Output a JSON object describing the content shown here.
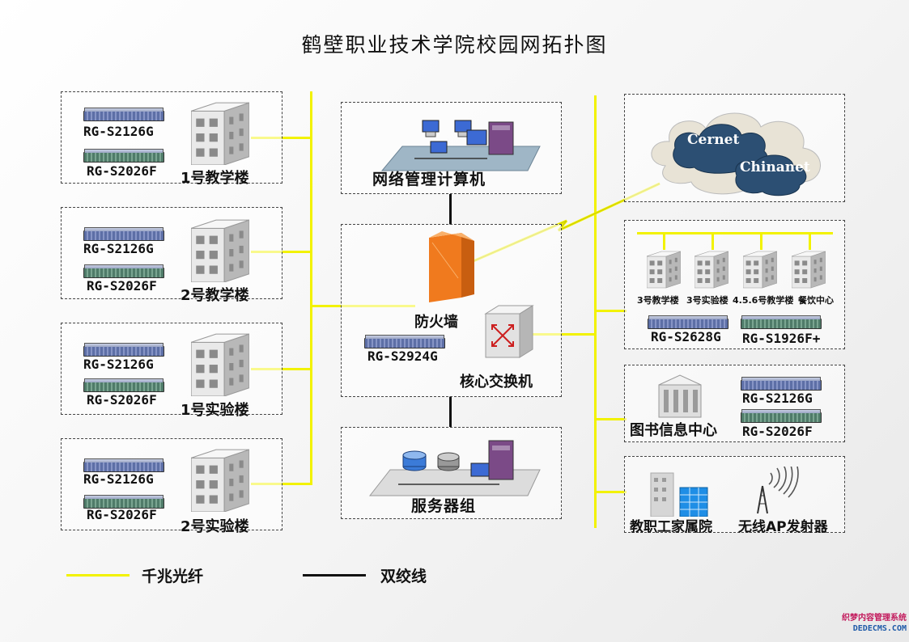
{
  "title": "鹤壁职业技术学院校园网拓扑图",
  "colors": {
    "fiber": "#f2f200",
    "twisted_pair": "#111111",
    "firewall": "#f07a1e",
    "cloud": "#2c4f73"
  },
  "left_groups": [
    {
      "switch_top": "RG-S2126G",
      "switch_bottom": "RG-S2026F",
      "building": "1号教学楼"
    },
    {
      "switch_top": "RG-S2126G",
      "switch_bottom": "RG-S2026F",
      "building": "2号教学楼"
    },
    {
      "switch_top": "RG-S2126G",
      "switch_bottom": "RG-S2026F",
      "building": "1号实验楼"
    },
    {
      "switch_top": "RG-S2126G",
      "switch_bottom": "RG-S2026F",
      "building": "2号实验楼"
    }
  ],
  "center": {
    "management": "网络管理计算机",
    "firewall": "防火墙",
    "core_switch_model": "RG-S2924G",
    "core_switch": "核心交换机",
    "servers": "服务器组"
  },
  "internet": {
    "cloud1": "Cernet",
    "cloud2": "Chinanet"
  },
  "right_group1": {
    "buildings": [
      "3号教学楼",
      "3号实验楼",
      "4.5.6号教学楼",
      "餐饮中心"
    ],
    "switch_left": "RG-S2628G",
    "switch_right": "RG-S1926F+"
  },
  "library": {
    "name": "图书信息中心",
    "switch_top": "RG-S2126G",
    "switch_bottom": "RG-S2026F"
  },
  "residence": {
    "name": "教职工家属院",
    "wireless": "无线AP发射器"
  },
  "legend": {
    "fiber": "千兆光纤",
    "twisted_pair": "双绞线"
  },
  "watermark": {
    "line1": "织梦内容管理系统",
    "line2": "DEDECMS.COM"
  }
}
